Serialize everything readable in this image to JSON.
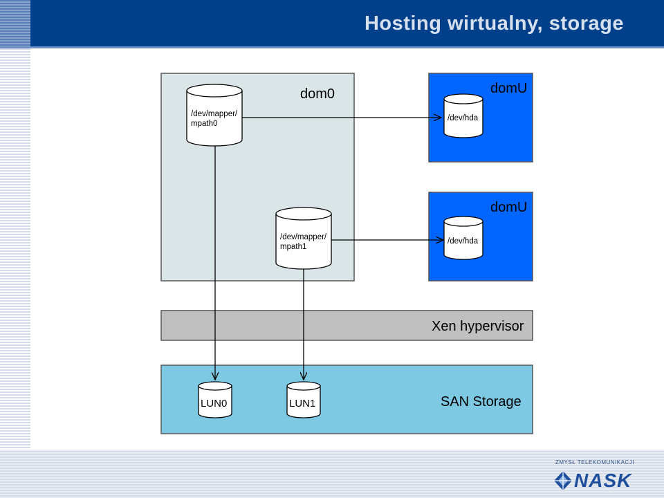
{
  "slide": {
    "title": "Hosting wirtualny, storage"
  },
  "diagram": {
    "dom0": {
      "label": "dom0",
      "disk0": {
        "line1": "/dev/mapper/",
        "line2": "mpath0"
      },
      "disk1": {
        "line1": "/dev/mapper/",
        "line2": "mpath1"
      }
    },
    "domu_top": {
      "label": "domU",
      "disk": "/dev/hda"
    },
    "domu_bottom": {
      "label": "domU",
      "disk": "/dev/hda"
    },
    "hypervisor": {
      "label": "Xen hypervisor"
    },
    "san": {
      "label": "SAN Storage",
      "lun0": "LUN0",
      "lun1": "LUN1"
    }
  },
  "branding": {
    "tagline": "ZMYSŁ TELEKOMUNIKACJI",
    "logo_text": "NASK"
  },
  "colors": {
    "header": "#003f8a",
    "dom0_fill": "#d9e5e7",
    "domu_fill": "#0066ff",
    "hypervisor_fill": "#c0c0c0",
    "san_fill": "#7dc8e2"
  }
}
